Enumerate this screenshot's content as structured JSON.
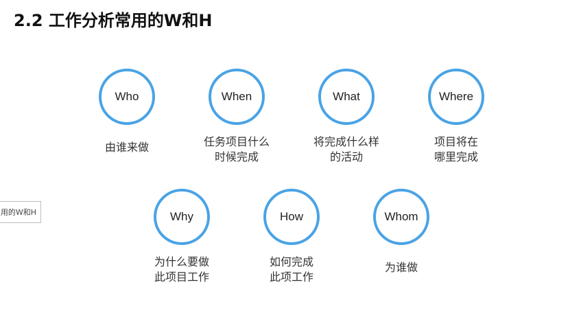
{
  "title": "2.2 工作分析常用的W和H",
  "side_tab_label": "用的W和H",
  "nodes": [
    {
      "label": "Who",
      "description": "由谁来做"
    },
    {
      "label": "When",
      "description": "任务项目什么\n时候完成"
    },
    {
      "label": "What",
      "description": "将完成什么样\n的活动"
    },
    {
      "label": "Where",
      "description": "项目将在\n哪里完成"
    },
    {
      "label": "Why",
      "description": "为什么要做\n此项目工作"
    },
    {
      "label": "How",
      "description": "如何完成\n此项工作"
    },
    {
      "label": "Whom",
      "description": "为谁做"
    }
  ],
  "colors": {
    "circle_stroke": "#4aa3e5"
  }
}
